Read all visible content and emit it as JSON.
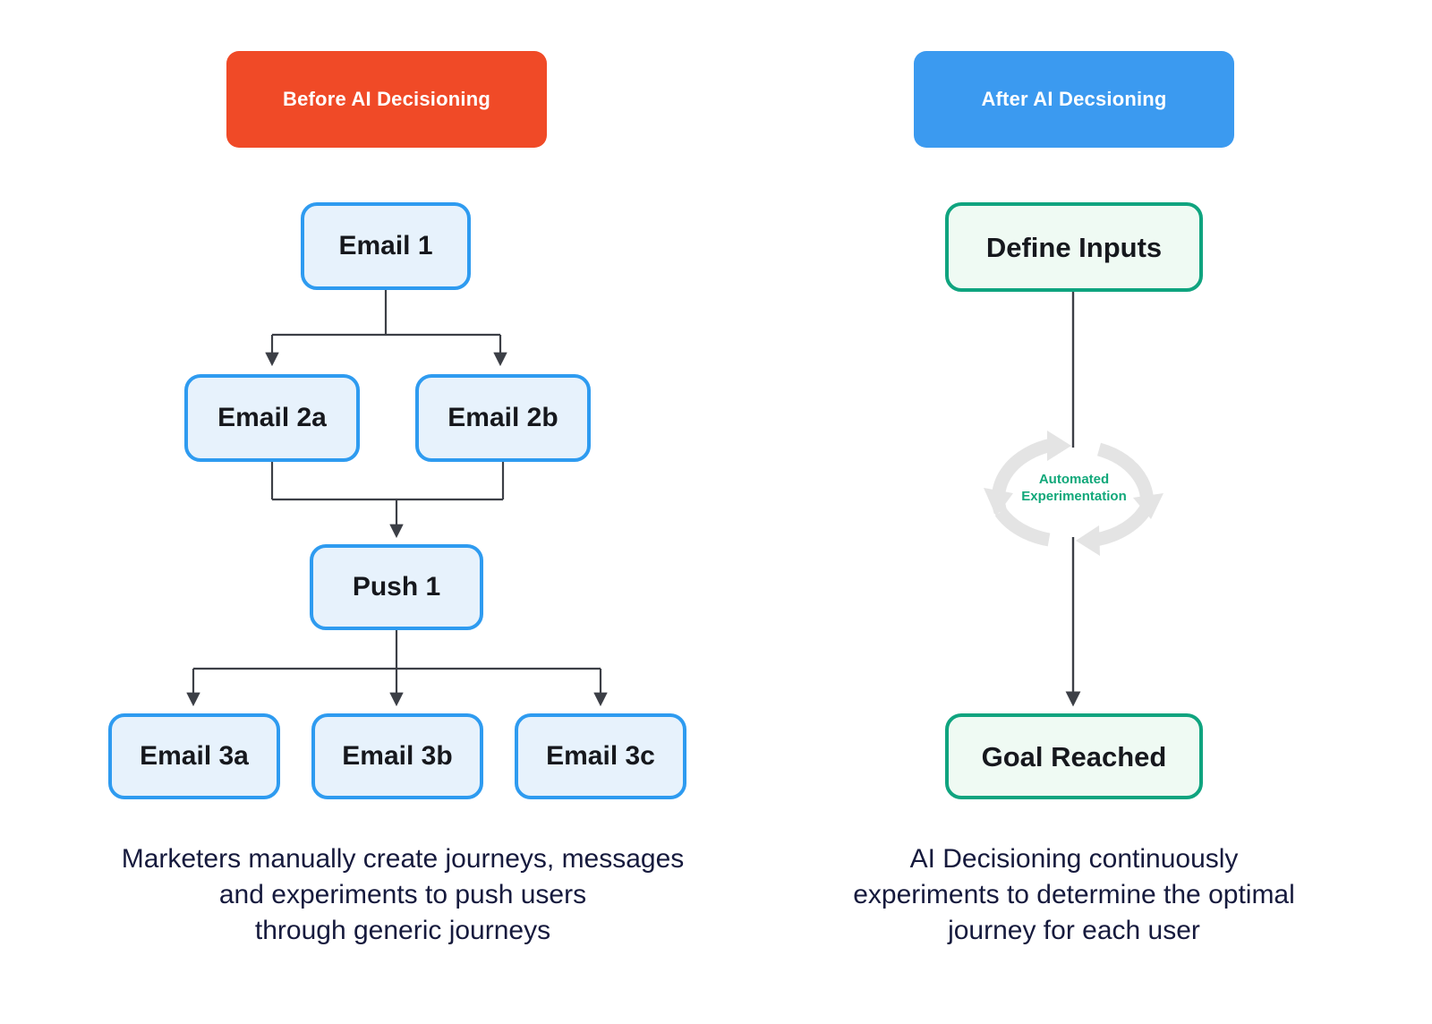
{
  "columns": {
    "left": {
      "badge": {
        "label": "Before AI Decisioning",
        "color": "#f04a27"
      },
      "nodes": [
        {
          "id": "email1",
          "label": "Email 1"
        },
        {
          "id": "email2a",
          "label": "Email 2a"
        },
        {
          "id": "email2b",
          "label": "Email 2b"
        },
        {
          "id": "push1",
          "label": "Push 1"
        },
        {
          "id": "email3a",
          "label": "Email 3a"
        },
        {
          "id": "email3b",
          "label": "Email 3b"
        },
        {
          "id": "email3c",
          "label": "Email 3c"
        }
      ],
      "node_style": {
        "fill": "#e7f2fc",
        "border": "#2e9bf0"
      },
      "caption": {
        "line1": "Marketers manually create journeys, messages",
        "line2": "and experiments to push users",
        "line3": "through generic journeys"
      }
    },
    "right": {
      "badge": {
        "label": "After AI Decsioning",
        "color": "#3b9af0"
      },
      "nodes": [
        {
          "id": "define_inputs",
          "label": "Define Inputs"
        },
        {
          "id": "goal_reached",
          "label": "Goal Reached"
        }
      ],
      "node_style": {
        "fill": "#effaf3",
        "border": "#0fa47f"
      },
      "cycle": {
        "line1": "Automated",
        "line2": "Experimentation",
        "color": "#11a87a",
        "arrow_color": "#e3e3e3"
      },
      "caption": {
        "line1": "AI Decisioning continuously",
        "line2": "experiments to determine the optimal",
        "line3": "journey for each user"
      }
    }
  },
  "connector_color": "#3c3f46",
  "background": "#ffffff"
}
